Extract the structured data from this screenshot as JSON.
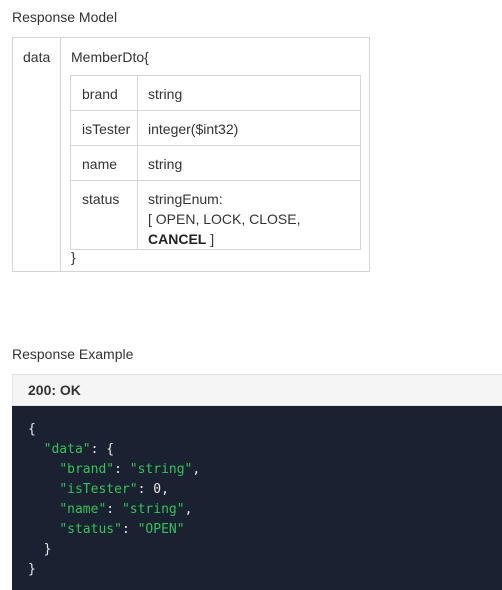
{
  "response_model": {
    "title": "Response Model",
    "key": "data",
    "type_open": "MemberDto{",
    "type_close": "}",
    "properties": [
      {
        "name": "brand",
        "type": "string"
      },
      {
        "name": "isTester",
        "type": "integer($int32)"
      },
      {
        "name": "name",
        "type": "string"
      },
      {
        "name": "status",
        "type": "stringEnum:",
        "enum_prefix": "[ OPEN, LOCK, CLOSE, ",
        "enum_bold": "CANCEL",
        "enum_suffix": " ]"
      }
    ]
  },
  "response_example": {
    "title": "Response Example",
    "status_label": "200: OK",
    "code": {
      "open_brace": "{",
      "data_key": "\"data\"",
      "data_sep": ": {",
      "fields": [
        {
          "key": "\"brand\"",
          "sep": ": ",
          "value": "\"string\"",
          "value_kind": "str",
          "trail": ","
        },
        {
          "key": "\"isTester\"",
          "sep": ": ",
          "value": "0",
          "value_kind": "num",
          "trail": ","
        },
        {
          "key": "\"name\"",
          "sep": ": ",
          "value": "\"string\"",
          "value_kind": "str",
          "trail": ","
        },
        {
          "key": "\"status\"",
          "sep": ": ",
          "value": "\"OPEN\"",
          "value_kind": "str",
          "trail": ""
        }
      ],
      "inner_close": "}",
      "outer_close": "}"
    }
  },
  "colors": {
    "code_background": "#1a2130",
    "code_key": "#36c25a",
    "border": "#d5d5d5"
  }
}
